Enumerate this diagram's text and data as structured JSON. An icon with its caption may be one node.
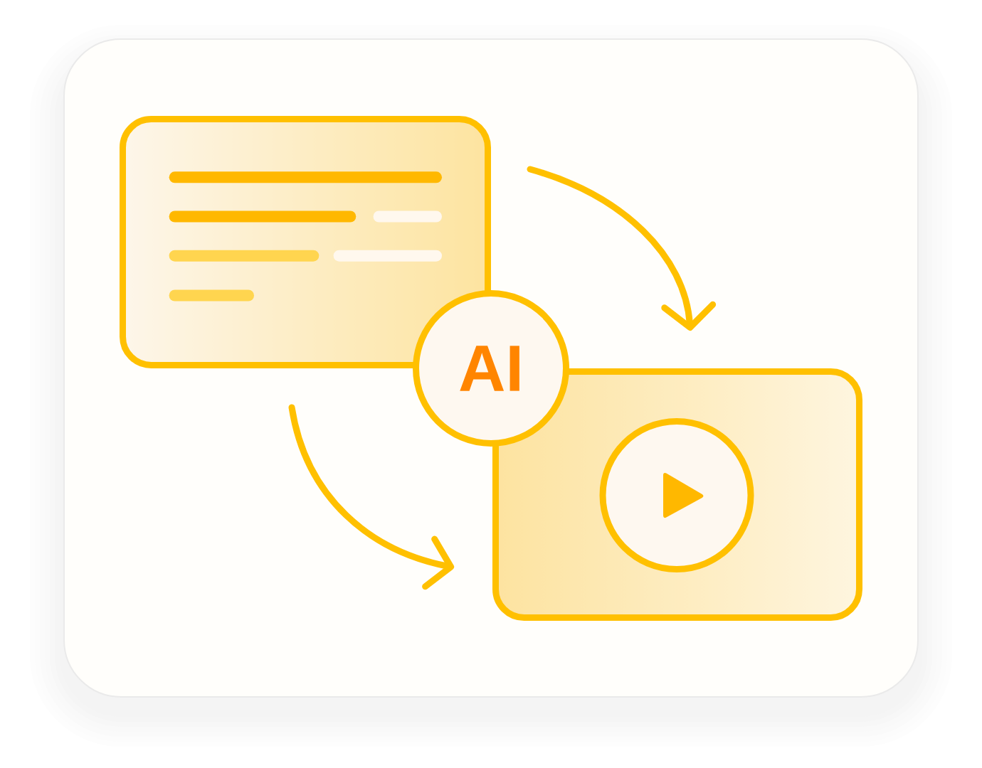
{
  "diagram": {
    "nodes": [
      {
        "text": [],
        "shape": "box"
      },
      {
        "text": [
          "AI"
        ]
      },
      {
        "text": [],
        "shape": "box"
      },
      {
        "text": [],
        "shape": "circle",
        "in": 2
      }
    ],
    "edges": [
      {
        "from": 0,
        "to": 2,
        "arrow": "to"
      },
      {
        "from": 0,
        "to": 2,
        "arrow": "to"
      }
    ]
  }
}
